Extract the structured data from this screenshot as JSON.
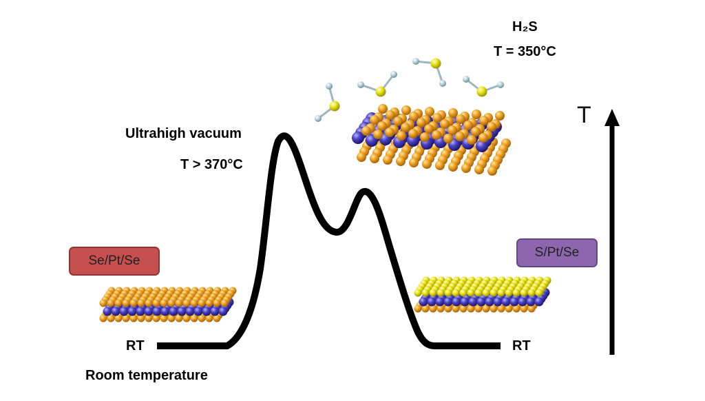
{
  "labels": {
    "gas_line1": "H₂S",
    "gas_line2": "T = 350°C",
    "uhv_line1": "Ultrahigh vacuum",
    "uhv_line2": "T > 370°C",
    "rt_left": "RT",
    "rt_right": "RT",
    "room_temperature": "Room temperature",
    "axis_T": "T"
  },
  "badges": {
    "left": "Se/Pt/Se",
    "right": "S/Pt/Se"
  },
  "colors": {
    "se_atom": "#e39a1f",
    "pt_atom": "#4b43c4",
    "s_atom": "#e6e21e",
    "h_atom": "#a9c7d3",
    "curve": "#000000",
    "badge_left": "#c6504f",
    "badge_right": "#8d66ad"
  }
}
